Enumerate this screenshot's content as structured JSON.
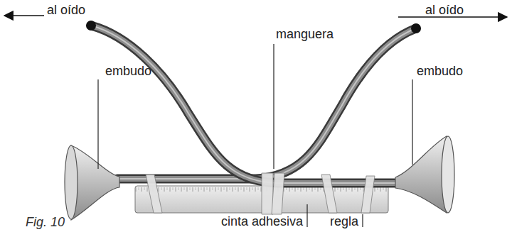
{
  "diagram": {
    "caption": "Fig. 10",
    "labels": [
      "al oído",
      "al oído",
      "embudo",
      "manguera",
      "embudo",
      "cinta adhesiva",
      "regla"
    ]
  }
}
